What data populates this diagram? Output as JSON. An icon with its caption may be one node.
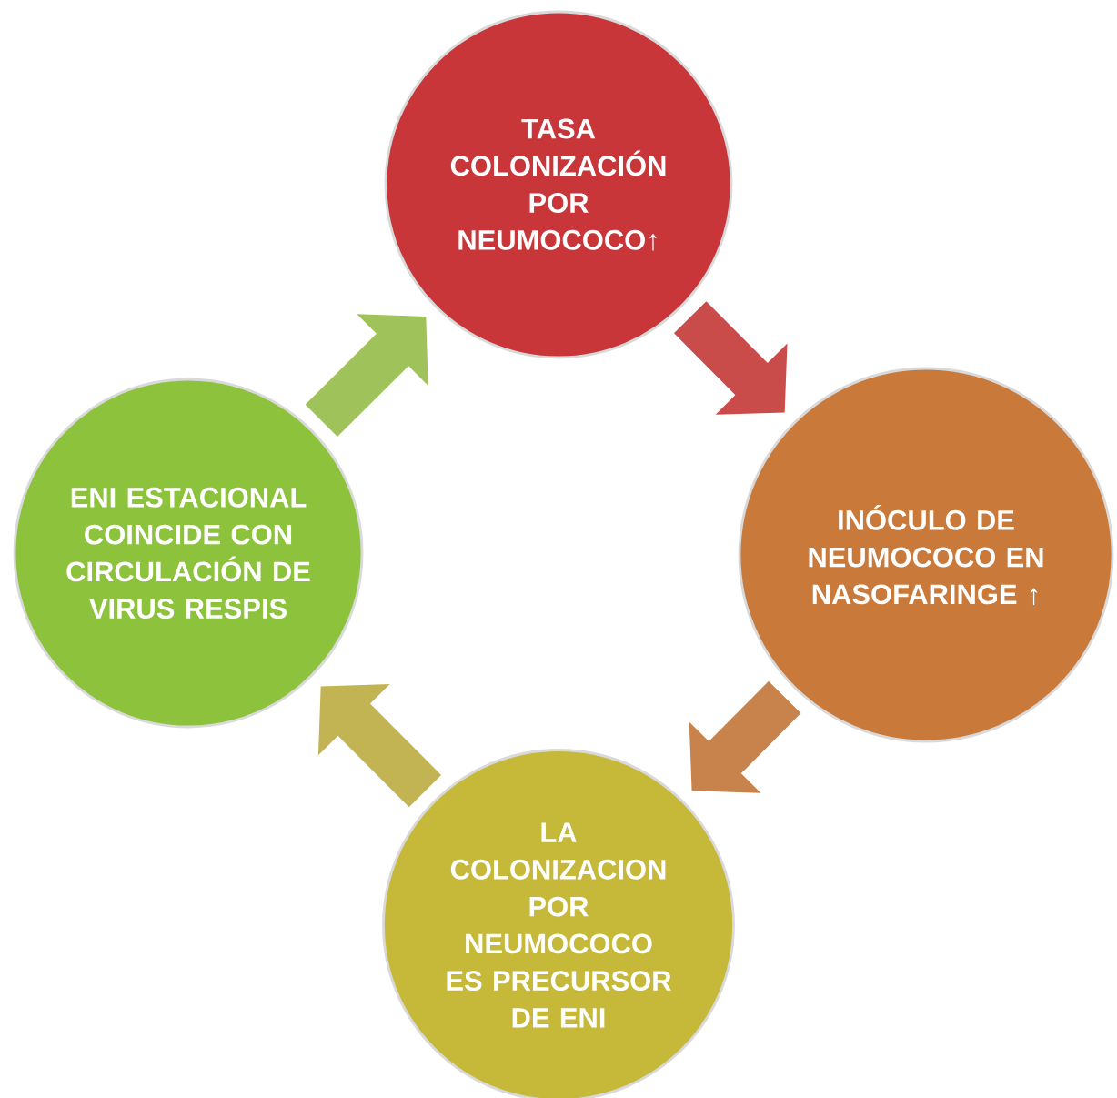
{
  "diagram": {
    "nodes": [
      {
        "text": [
          "TASA COLONIZACIÓN POR NEUMOCOCO↑"
        ]
      },
      {
        "text": [
          "INÓCULO DE NEUMOCOCO EN NASOFARINGE ↑"
        ]
      },
      {
        "text": [
          "LA COLONIZACION POR NEUMOCOCO ES PRECURSOR DE ENI"
        ]
      },
      {
        "text": [
          "ENI ESTACIONAL COINCIDE CON CIRCULACIÓN DE VIRUS RESPIS"
        ]
      }
    ],
    "edges": [
      {
        "from": 0,
        "to": 1,
        "arrow": "to",
        "color": "#c94c4a"
      },
      {
        "from": 1,
        "to": 2,
        "arrow": "to",
        "color": "#c8834c"
      },
      {
        "from": 2,
        "to": 3,
        "arrow": "to",
        "color": "#c2b452"
      },
      {
        "from": 3,
        "to": 0,
        "arrow": "to",
        "color": "#9fc25a"
      }
    ]
  }
}
